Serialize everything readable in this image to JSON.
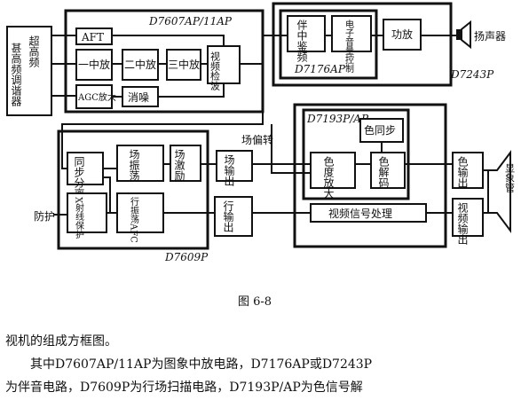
{
  "diagram": {
    "tuner": "甚高频调谐器",
    "tuner_vhf": "超高频",
    "ic_7607": "D7607AP/11AP",
    "aft": "AFT",
    "if1": "一中放",
    "if2": "二中放",
    "if3": "三中放",
    "video_det": "视频检波",
    "agc_amp": "AGC放大",
    "noise_cancel": "消噪",
    "ic_7176": "D7176AP",
    "sound_if": "伴中鉴频",
    "vol_ctrl": "电子音量控制",
    "power_amp": "功放",
    "ic_7243": "D7243P",
    "speaker": "扬声器",
    "sync_sep": "同步分离",
    "field_osc": "场振荡",
    "field_exc": "场激励",
    "field_out": "场输出",
    "field_conv": "场偏转",
    "xray": "X射线保护",
    "line_osc": "行振荡AFC",
    "line_out": "行输出",
    "protect": "防护",
    "ic_7609": "D7609P",
    "ic_7193": "D7193P/AP",
    "color_sync": "色同步",
    "color_amp": "色度放大",
    "color_dec": "色解码",
    "color_out": "色输出",
    "video_proc": "视频信号处理",
    "video_out": "视频输出",
    "crt": "显象管",
    "figure_label": "图 6-8"
  },
  "caption": {
    "line1": "视机的组成方框图。",
    "line2": "其中D7607AP/11AP为图象中放电路，D7176AP或D7243P",
    "line3": "为伴音电路，D7609P为行场扫描电路，D7193P/AP为色信号解"
  }
}
